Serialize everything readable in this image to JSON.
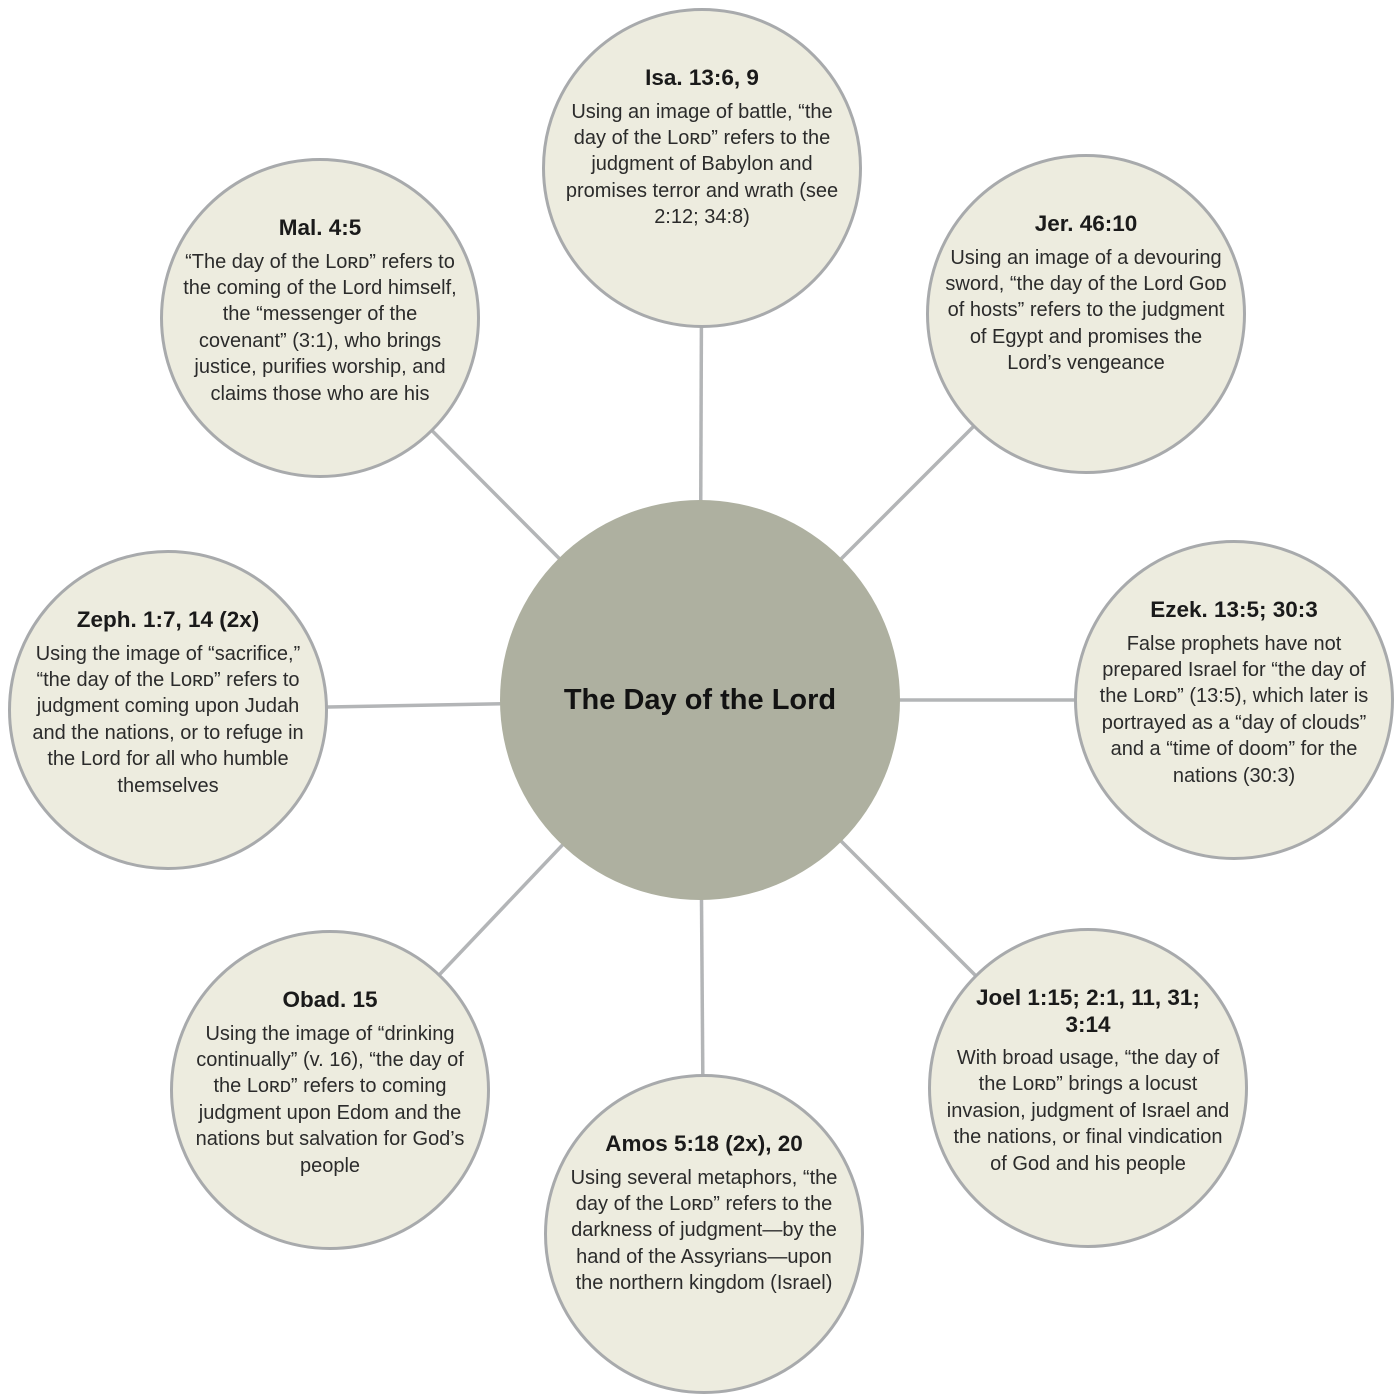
{
  "title": "The Day of the Lord",
  "colors": {
    "background": "#ffffff",
    "center_fill": "#aeb0a0",
    "node_fill": "#edecdf",
    "node_border": "#a8aaac",
    "connector": "#b3b5b7",
    "title_text": "#1a1a1a",
    "body_text": "#2b2b2b"
  },
  "center": {
    "label": "The Day of the Lord"
  },
  "nodes": [
    {
      "position": "top",
      "title": "Isa. 13:6, 9",
      "body": "Using an image of battle, “the day of the Lᴏʀᴅ” refers to the judgment of Babylon and promises terror and wrath (see 2:12; 34:8)"
    },
    {
      "position": "top-right",
      "title": "Jer. 46:10",
      "body": "Using an image of a devouring sword, “the day of the Lord Gᴏᴅ of hosts” refers to the judgment of Egypt and promises the Lord’s vengeance"
    },
    {
      "position": "right",
      "title": "Ezek. 13:5; 30:3",
      "body": "False prophets have not prepared Israel for “the day of the Lᴏʀᴅ” (13:5), which later is portrayed as a “day of clouds” and a “time of doom” for the nations (30:3)"
    },
    {
      "position": "bottom-right",
      "title": "Joel 1:15; 2:1, 11, 31; 3:14",
      "body": "With broad usage, “the day of the Lᴏʀᴅ” brings a locust invasion, judgment of Israel and the nations, or final vindication of God and his people"
    },
    {
      "position": "bottom",
      "title": "Amos 5:18 (2x), 20",
      "body": "Using several metaphors, “the day of the Lᴏʀᴅ” refers to the darkness of judgment—by the hand of the Assyrians—upon the northern kingdom (Israel)"
    },
    {
      "position": "bottom-left",
      "title": "Obad. 15",
      "body": "Using the image of “drinking continually” (v. 16), “the day of the Lᴏʀᴅ” refers to coming judgment upon Edom and the nations but salvation for God’s people"
    },
    {
      "position": "left",
      "title": "Zeph. 1:7, 14 (2x)",
      "body": "Using the image of “sacrifice,” “the day of the Lᴏʀᴅ” refers to judgment coming upon Judah and the nations, or to refuge in the Lord for all who humble themselves"
    },
    {
      "position": "top-left",
      "title": "Mal. 4:5",
      "body": "“The day of the Lᴏʀᴅ” refers to the coming of the Lord himself, the “messenger of the covenant” (3:1), who brings justice, purifies worship, and claims those who are his"
    }
  ]
}
